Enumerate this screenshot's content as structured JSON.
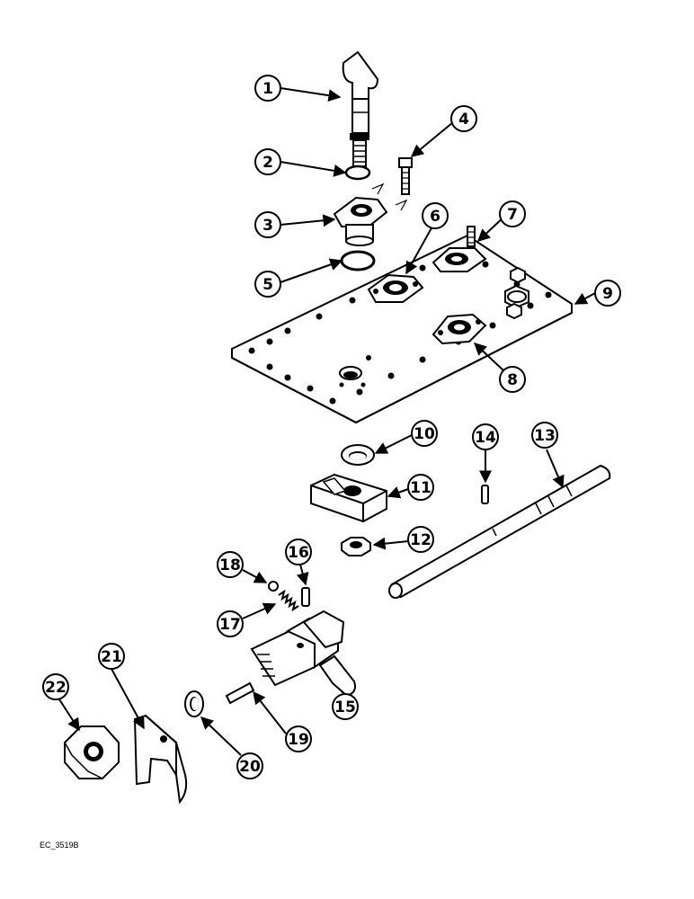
{
  "callouts": [
    "1",
    "2",
    "3",
    "4",
    "5",
    "6",
    "7",
    "8",
    "9",
    "10",
    "11",
    "12",
    "13",
    "14",
    "15",
    "16",
    "17",
    "18",
    "19",
    "20",
    "21",
    "22"
  ],
  "reference_code": "EC_3519B"
}
